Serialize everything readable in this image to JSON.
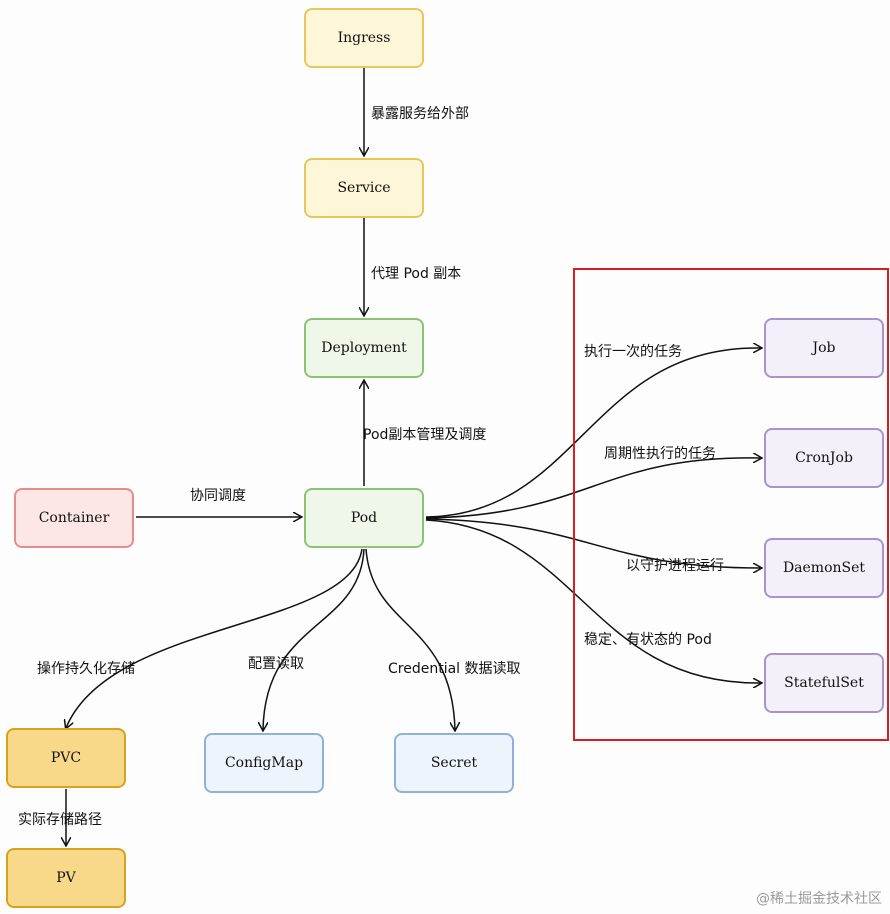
{
  "nodes": {
    "ingress": "Ingress",
    "service": "Service",
    "deployment": "Deployment",
    "container": "Container",
    "pod": "Pod",
    "job": "Job",
    "cronjob": "CronJob",
    "daemonset": "DaemonSet",
    "statefulset": "StatefulSet",
    "pvc": "PVC",
    "pv": "PV",
    "configmap": "ConfigMap",
    "secret": "Secret"
  },
  "edge_labels": {
    "ingress_service": "暴露服务给外部",
    "service_deployment": "代理 Pod 副本",
    "pod_deployment": "Pod副本管理及调度",
    "container_pod": "协同调度",
    "pod_job": "执行一次的任务",
    "pod_cronjob": "周期性执行的任务",
    "pod_daemonset": "以守护进程运行",
    "pod_statefulset": "稳定、有状态的 Pod",
    "pod_pvc": "操作持久化存储",
    "pod_configmap": "配置读取",
    "pod_secret": "Credential 数据读取",
    "pvc_pv": "实际存储路径"
  },
  "watermark": "@稀土掘金技术社区",
  "colors": {
    "highlight": "#d81e1e",
    "yellow": "#e6c85a",
    "green": "#8cc474",
    "red": "#e98b8b",
    "purple": "#a894cc",
    "blue": "#8fb1d9",
    "orange": "#d9a21e"
  }
}
